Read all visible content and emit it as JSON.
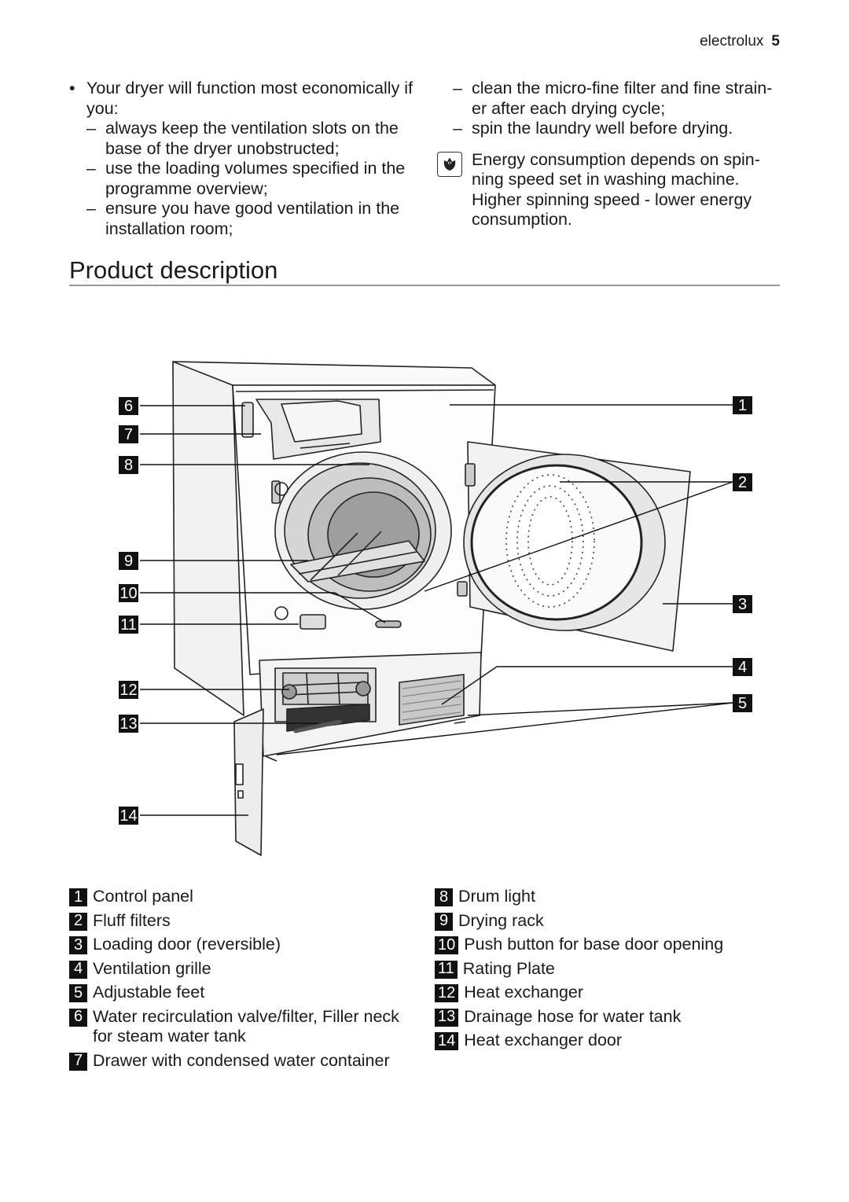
{
  "header": {
    "brand": "electrolux",
    "page_number": "5"
  },
  "tips": {
    "intro": "Your dryer will function most economically if you:",
    "left_items": [
      "always keep the ventilation slots on the base of the dryer unobstructed;",
      "use the loading volumes specified in the programme overview;",
      "ensure you have good ventilation in the installation room;"
    ],
    "right_items": [
      "clean the micro-fine filter and fine strain-er after each drying cycle;",
      "spin the laundry well before drying."
    ],
    "note": "Energy consumption depends on spin-ning speed set in washing machine. Higher spinning speed - lower energy consumption.",
    "bullet": "•",
    "dash": "–"
  },
  "section_title": "Product description",
  "figure_badges": [
    "6",
    "7",
    "8",
    "9",
    "10",
    "11",
    "12",
    "13",
    "14",
    "1",
    "2",
    "3",
    "4",
    "5"
  ],
  "legend": [
    {
      "num": "1",
      "label": "Control panel"
    },
    {
      "num": "2",
      "label": "Fluff filters"
    },
    {
      "num": "3",
      "label": "Loading door (reversible)"
    },
    {
      "num": "4",
      "label": "Ventilation grille"
    },
    {
      "num": "5",
      "label": "Adjustable feet"
    },
    {
      "num": "6",
      "label": "Water recirculation valve/filter, Filler neck for steam water tank"
    },
    {
      "num": "7",
      "label": "Drawer with condensed water container"
    },
    {
      "num": "8",
      "label": "Drum light"
    },
    {
      "num": "9",
      "label": "Drying rack"
    },
    {
      "num": "10",
      "label": "Push button for base door opening"
    },
    {
      "num": "11",
      "label": "Rating Plate"
    },
    {
      "num": "12",
      "label": "Heat exchanger"
    },
    {
      "num": "13",
      "label": "Drainage hose for water tank"
    },
    {
      "num": "14",
      "label": "Heat exchanger door"
    }
  ]
}
